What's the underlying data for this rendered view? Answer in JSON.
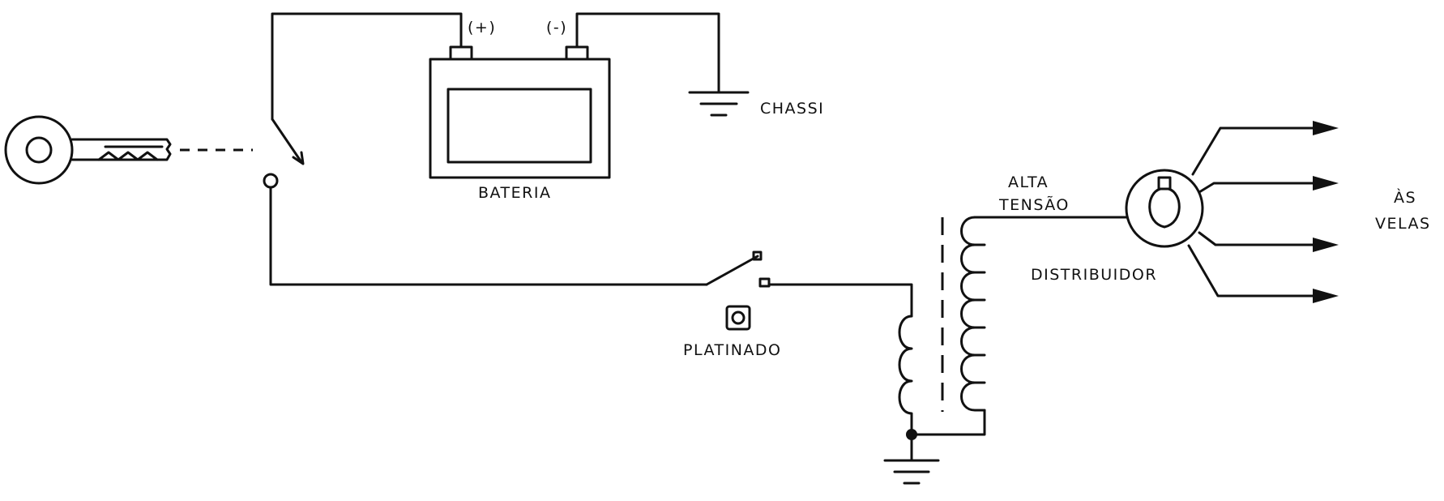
{
  "diagram": {
    "labels": {
      "battery_positive": "(+)",
      "battery_negative": "(-)",
      "chassis": "CHASSI",
      "battery": "BATERIA",
      "high_voltage_line1": "ALTA",
      "high_voltage_line2": "TENSÃO",
      "distributor": "DISTRIBUIDOR",
      "to_spark_plugs_line1": "ÀS",
      "to_spark_plugs_line2": "VELAS",
      "contact_breaker": "PLATINADO"
    },
    "ink_color": "#111111",
    "background_color": "#ffffff",
    "icons": [
      "ignition-key-icon",
      "battery-icon",
      "ground-icon",
      "ignition-coil-icon",
      "distributor-icon",
      "contact-breaker-icon",
      "arrow-right-icon"
    ]
  }
}
